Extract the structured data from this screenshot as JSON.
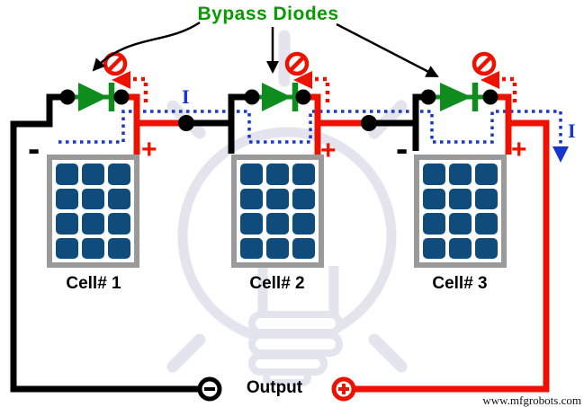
{
  "title": "Bypass Diodes",
  "cells": [
    {
      "label": "Cell# 1",
      "minus": "-",
      "plus": "+"
    },
    {
      "label": "Cell# 2",
      "plus": "+"
    },
    {
      "label": "Cell# 3",
      "minus": "-",
      "plus": "+"
    }
  ],
  "cell_grid": {
    "rows": 4,
    "cols": 3
  },
  "current": {
    "label": "I"
  },
  "output": {
    "label": "Output",
    "negative": "-",
    "positive": "+"
  },
  "watermark": "www.mfgrobots.com",
  "icons": {
    "blocked_current": "no-entry-icon",
    "current_direction": "arrow-down-icon",
    "title_pointers": "arrow-icon",
    "negative_terminal": "minus-circle-icon",
    "positive_terminal": "plus-circle-icon",
    "background": "light-bulb-watermark",
    "bypass_diode": "diode-icon"
  },
  "colors": {
    "title_green": "#089b00",
    "diode_green": "#0e8c1e",
    "wire_red": "#ee1100",
    "wire_black": "#000000",
    "current_blue": "#1636cc",
    "cell_blue": "#0f4c7c",
    "frame_gray": "#9a9a9a",
    "watermark": "#e4e4ee"
  }
}
